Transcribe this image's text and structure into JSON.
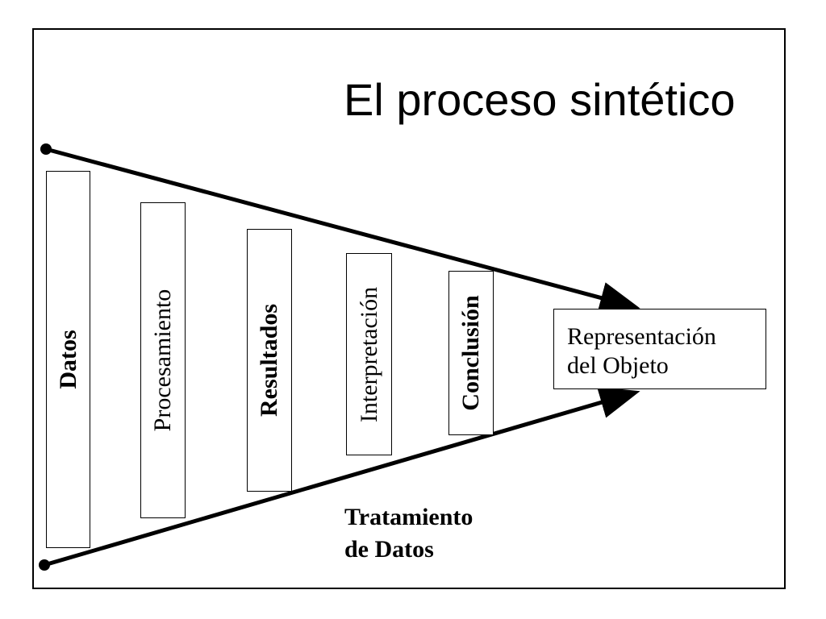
{
  "title": "El proceso sintético",
  "stages": [
    {
      "label": "Datos"
    },
    {
      "label": "Procesamiento"
    },
    {
      "label": "Resultados"
    },
    {
      "label": "Interpretación"
    },
    {
      "label": "Conclusión"
    }
  ],
  "result": {
    "line1": "Representación",
    "line2": "del Objeto"
  },
  "caption": {
    "line1": "Tratamiento",
    "line2": "de Datos"
  },
  "colors": {
    "ink": "#000000",
    "background": "#ffffff"
  }
}
